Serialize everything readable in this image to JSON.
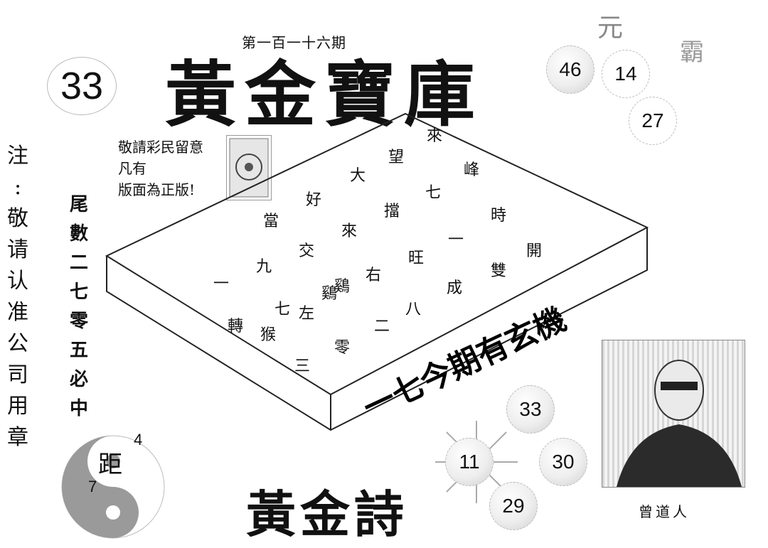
{
  "issue_label": "第一百一十六期",
  "top_number": "33",
  "title": "黃金寶庫",
  "top_balls": [
    "46",
    "14",
    "27"
  ],
  "corner_deco": [
    "元",
    "霸"
  ],
  "notice_lines": [
    "敬請彩民留意",
    "凡有",
    "版面為正版!"
  ],
  "left_note": [
    "注",
    ":",
    "敬",
    "请",
    "认",
    "准",
    "公",
    "司",
    "用",
    "章"
  ],
  "tail_hint": [
    "尾",
    "數",
    "二",
    "七",
    "零",
    "五",
    "必",
    "中"
  ],
  "board_rows": [
    [
      "來",
      "望",
      "大",
      "好",
      "當"
    ],
    [
      "峰",
      "七",
      "擋",
      "來",
      "交",
      "九",
      "一"
    ],
    [
      "時",
      "一",
      "旺",
      "右",
      "鷄",
      "七",
      "轉"
    ],
    [
      "開",
      "雙",
      "成",
      "八",
      "二",
      "鷄",
      "左",
      "猴"
    ],
    [
      "零",
      "三"
    ]
  ],
  "board_slogan": "一七今期有玄機",
  "poem_title": "黃金詩",
  "poem_balls": [
    "33",
    "11",
    "30",
    "29"
  ],
  "distance_label": "距",
  "distance_a": "4",
  "distance_b": "7",
  "person_caption": "曾道人",
  "colors": {
    "ink": "#111111",
    "ball_shade": "#cfcfcf"
  }
}
